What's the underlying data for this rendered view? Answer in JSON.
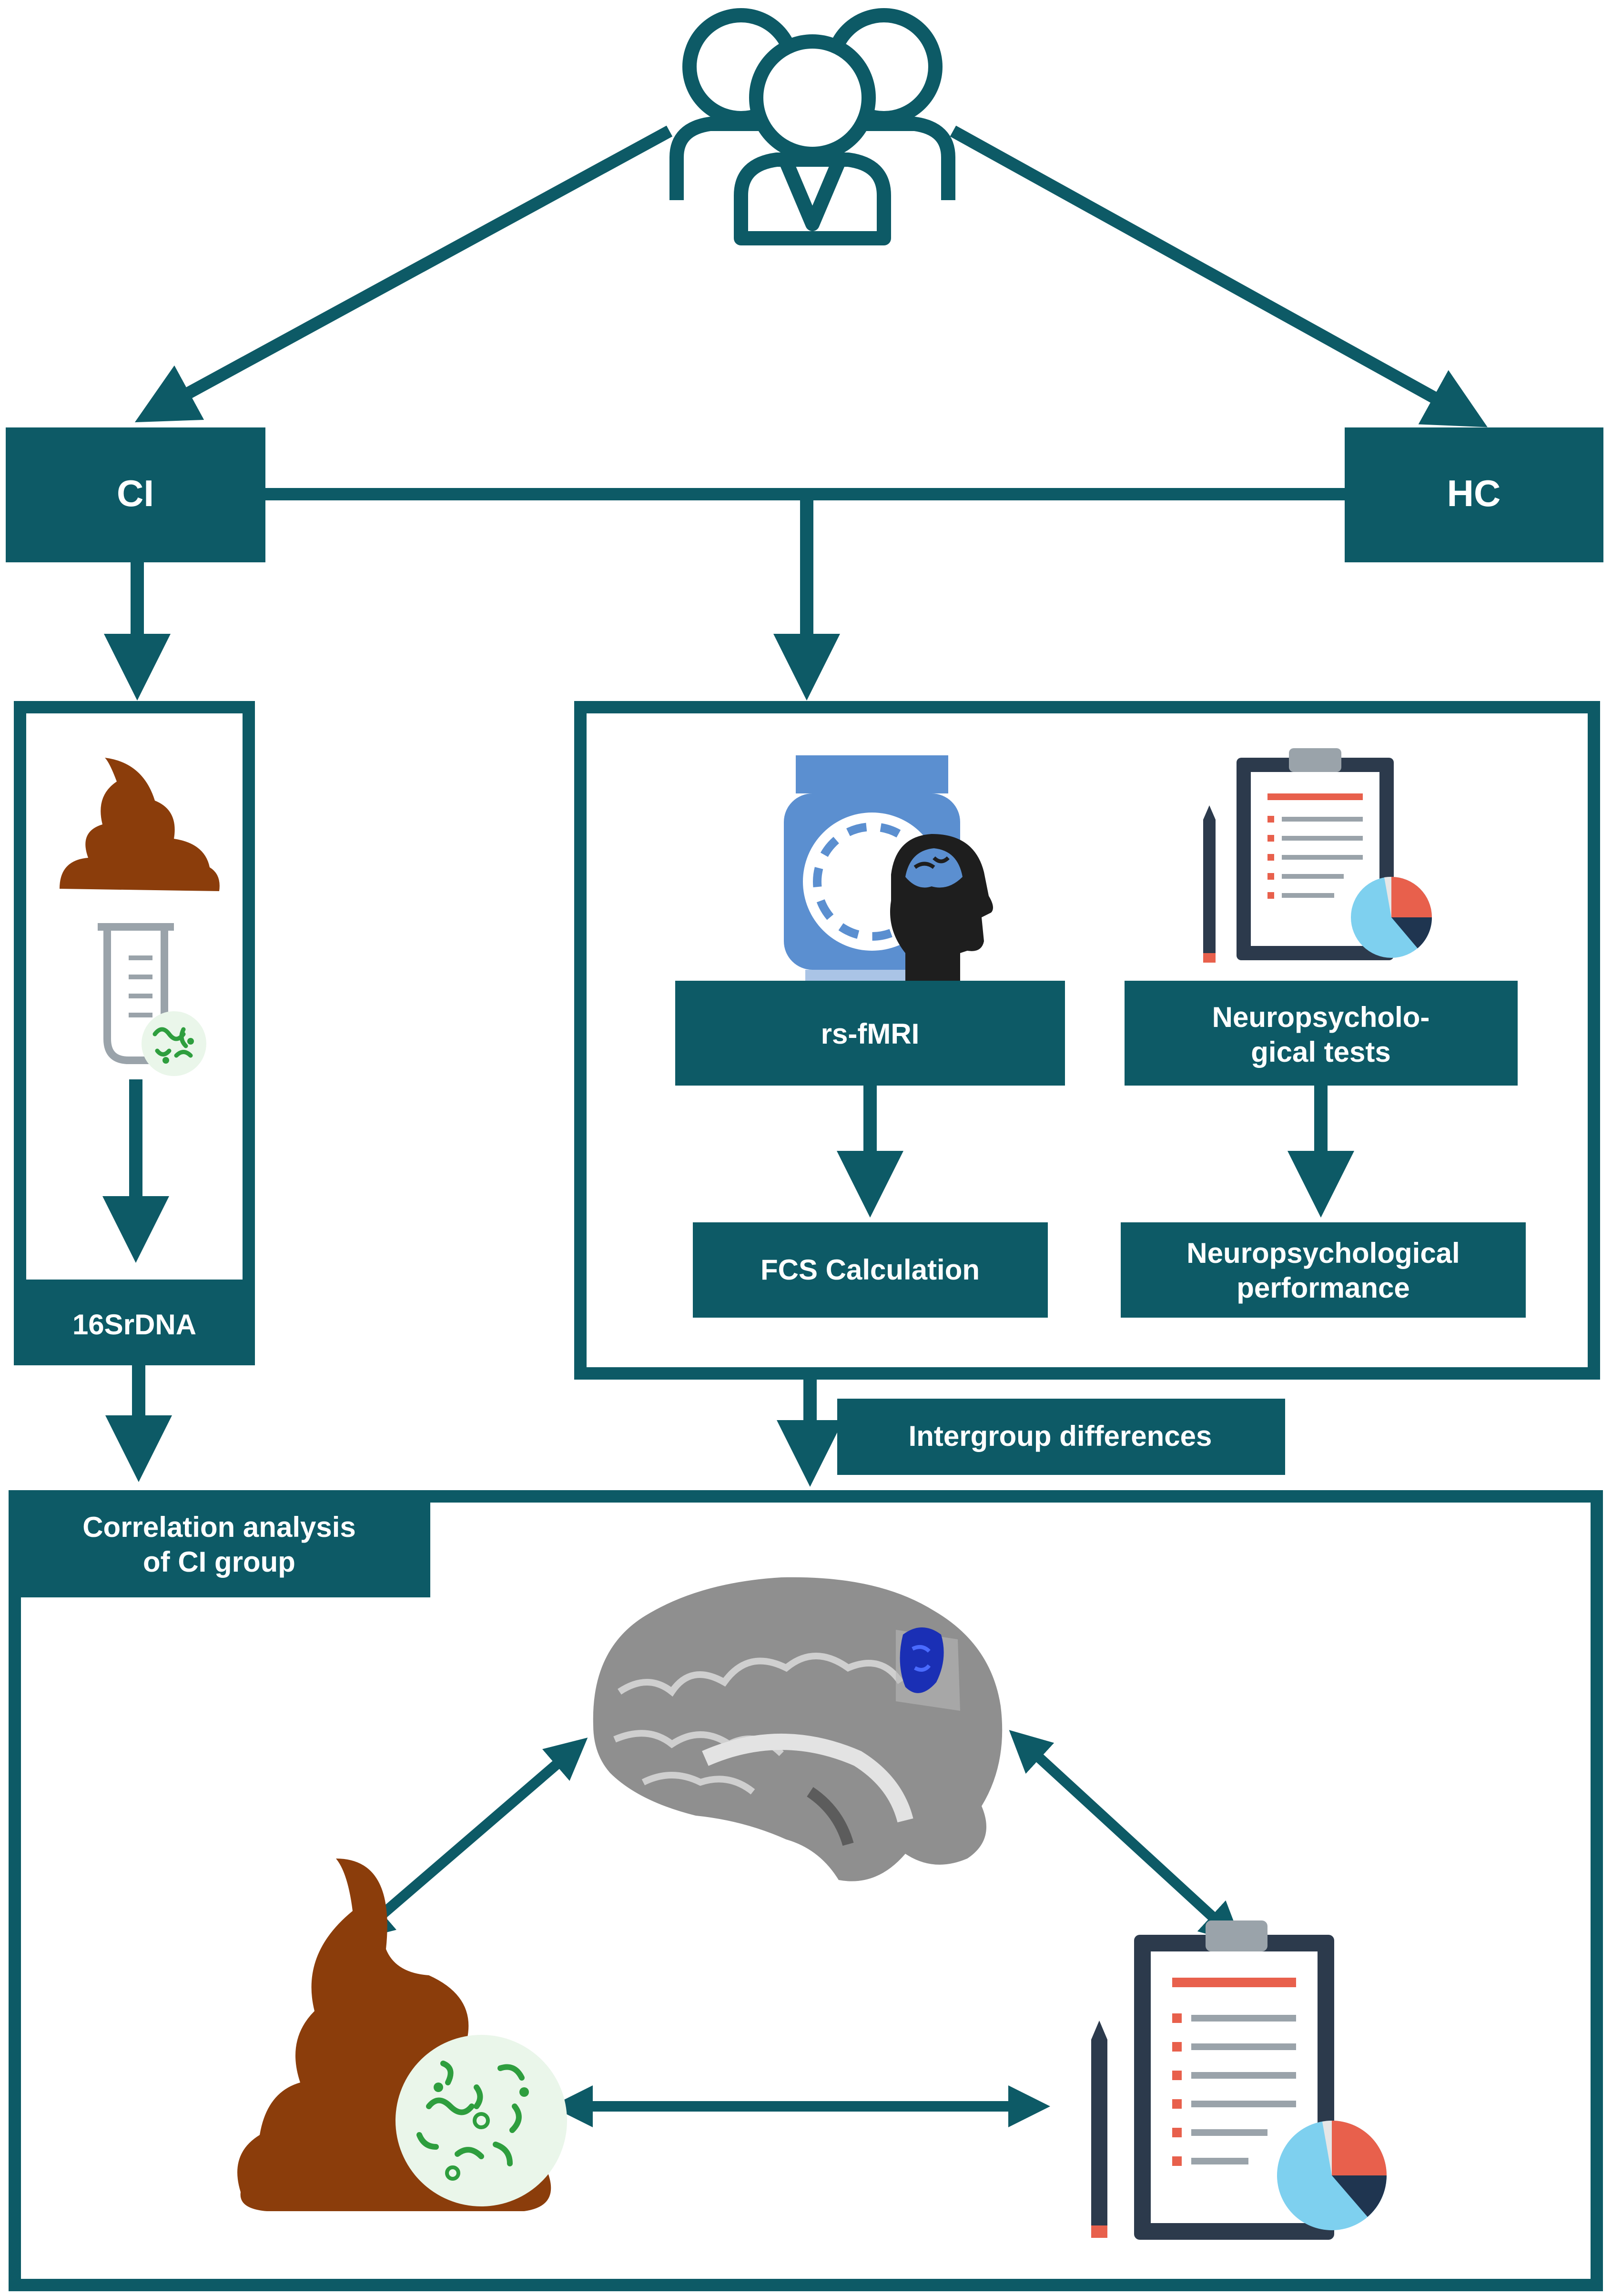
{
  "colors": {
    "teal": "#0d5a66",
    "white": "#ffffff",
    "stool": "#8b3d0b",
    "bacteria": "#2e9e3e",
    "clipboard_frame": "#2c3a4c",
    "list_red": "#e8604c",
    "list_gray": "#9aa3aa",
    "pie_blue": "#7ed0ef",
    "pie_dark": "#1f3550",
    "brain_gray": "#8f8f8f",
    "brain_blob": "#1a2fb5",
    "scanner_blue": "#5b8fd0"
  },
  "icons": {
    "participants": "people-group-icon",
    "stool": "stool-sample-icon",
    "test_tube": "test-tube-icon",
    "scanner": "mri-scanner-icon",
    "clipboard": "clipboard-test-icon",
    "pencil": "pencil-icon",
    "brain": "brain-icon"
  },
  "groups": {
    "ci": "CI",
    "hc": "HC"
  },
  "left_panel": {
    "footer": "16SrDNA"
  },
  "right_panel": {
    "rsfmri": "rs-fMRI",
    "neuro_tests_line1": "Neuropsycholo-",
    "neuro_tests_line2": "gical tests",
    "fcs": "FCS Calculation",
    "neuro_perf_line1": "Neuropsychological",
    "neuro_perf_line2": "performance"
  },
  "intergroup": "Intergroup differences",
  "bottom_panel": {
    "title_line1": "Correlation analysis",
    "title_line2": "of CI group"
  }
}
